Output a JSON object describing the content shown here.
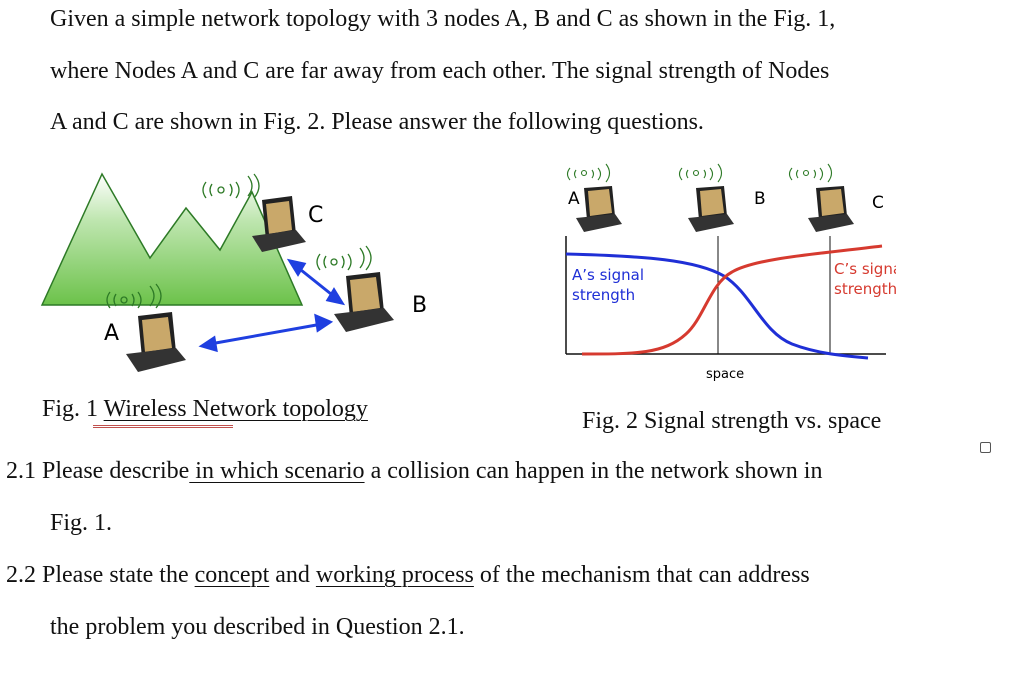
{
  "intro": {
    "line1": "Given a simple network topology with 3 nodes A, B and C as shown in the Fig. 1,",
    "line2": "where Nodes A and C are far away from each other. The signal strength of Nodes",
    "line3": "A and C are shown in Fig. 2. Please answer the following questions."
  },
  "fig1": {
    "node_a": "A",
    "node_b": "B",
    "node_c": "C",
    "caption_num": "Fig. 1",
    "caption_text": "Wireless Network topology"
  },
  "fig2": {
    "node_a": "A",
    "node_b": "B",
    "node_c": "C",
    "a_label_1": "A’s signal",
    "a_label_2": "strength",
    "c_label_1": "C’s signal",
    "c_label_2": "strength",
    "xlabel": "space",
    "caption": "Fig. 2 Signal strength vs. space",
    "colors": {
      "a_curve": "#1f2fd6",
      "c_curve": "#d63a2f"
    }
  },
  "questions": {
    "q1_prefix": "2.1 Please describe",
    "q1_underlined": " in which scenario",
    "q1_suffix": " a collision can happen in the network shown in",
    "q1_cont": "Fig. 1.",
    "q2_prefix": "2.2 Please state the ",
    "q2_u1": "concept",
    "q2_mid": " and ",
    "q2_u2": "working process",
    "q2_suffix": " of the mechanism that can address",
    "q2_cont": "the problem you described in Question 2.1."
  }
}
